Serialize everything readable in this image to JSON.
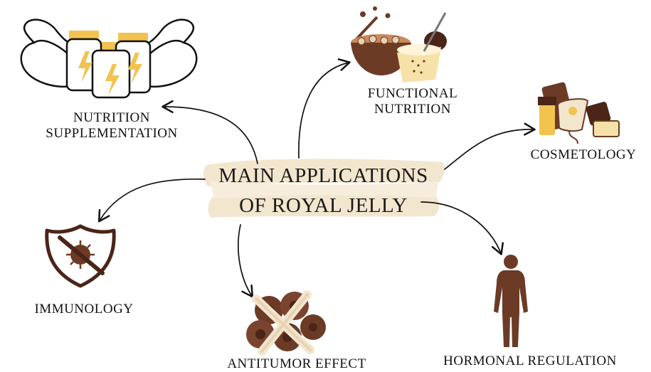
{
  "center": {
    "line1": "MAIN APPLICATIONS",
    "line2": "OF ROYAL JELLY"
  },
  "nodes": {
    "nutrition_supplementation": {
      "line1": "NUTRITION",
      "line2": "SUPPLEMENTATION",
      "icon": "supplement-jars-muscle-icon"
    },
    "functional_nutrition": {
      "line1": "FUNCTIONAL",
      "line2": "NUTRITION",
      "icon": "cereal-bowl-yogurt-icon"
    },
    "cosmetology": {
      "label": "COSMETOLOGY",
      "icon": "cosmetic-products-icon"
    },
    "immunology": {
      "label": "IMMUNOLOGY",
      "icon": "virus-shield-icon"
    },
    "antitumor_effect": {
      "label": "ANTITUMOR EFFECT",
      "icon": "crossed-cells-icon"
    },
    "hormonal_regulation": {
      "label": "HORMONAL REGULATION",
      "icon": "human-silhouette-icon"
    }
  },
  "colors": {
    "brown": "#6b3b26",
    "dark_brown": "#4a2518",
    "cream": "#f3e6cf",
    "gold": "#f2c34f",
    "line": "#111111"
  }
}
